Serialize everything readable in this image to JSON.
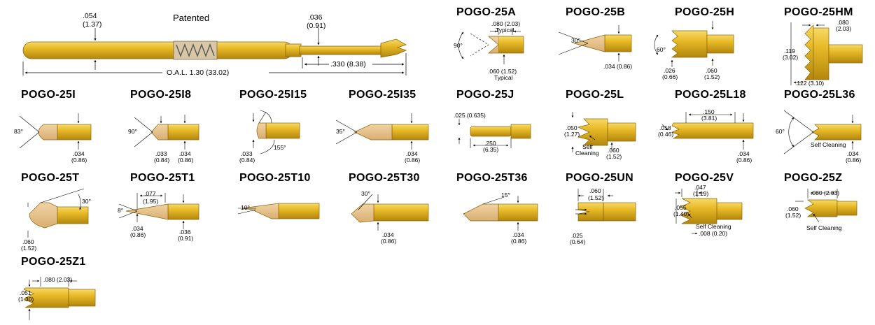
{
  "main_pin": {
    "patented": "Patented",
    "tip_dia": ".054",
    "tip_dia_mm": "(1.37)",
    "plunger_dia": ".036",
    "plunger_dia_mm": "(0.91)",
    "plunger_len": ".330 (8.38)",
    "oal": "O.A.L. 1.30 (33.02)"
  },
  "probes": {
    "a": {
      "title": "POGO-25A",
      "d1": ".080 (2.03)",
      "d1b": "Typical",
      "angle": "90°",
      "d2": ".060 (1.52)",
      "d2b": "Typical"
    },
    "b": {
      "title": "POGO-25B",
      "angle": "30°",
      "d1": ".034 (0.86)"
    },
    "h": {
      "title": "POGO-25H",
      "angle": "60°",
      "d1": ".026",
      "d1b": "(0.66)",
      "d2": ".060",
      "d2b": "(1.52)"
    },
    "hm": {
      "title": "POGO-25HM",
      "d1": ".080",
      "d1b": "(2.03)",
      "d2": ".119",
      "d2b": "(3.02)",
      "d3": ".122 (3.10)"
    },
    "i": {
      "title": "POGO-25I",
      "angle": "83°",
      "d1": ".034",
      "d1b": "(0.86)"
    },
    "i8": {
      "title": "POGO-25I8",
      "angle": "90°",
      "d1": ".033",
      "d1b": "(0.84)",
      "d2": ".034",
      "d2b": "(0.86)"
    },
    "i15": {
      "title": "POGO-25I15",
      "angle": "155°",
      "d1": ".033",
      "d1b": "(0.84)"
    },
    "i35": {
      "title": "POGO-25I35",
      "angle": "35°",
      "d1": ".034",
      "d1b": "(0.86)"
    },
    "j": {
      "title": "POGO-25J",
      "d1": ".025 (0.635)",
      "d2": ".250",
      "d2b": "(6.35)"
    },
    "l": {
      "title": "POGO-25L",
      "d1": ".050",
      "d1b": "(1.27)",
      "self1": "Self",
      "self2": "Cleaning",
      "d2": ".060",
      "d2b": "(1.52)"
    },
    "l18": {
      "title": "POGO-25L18",
      "d1": ".150",
      "d1b": "(3.81)",
      "d2": ".018",
      "d2b": "(0.46)",
      "d3": ".034",
      "d3b": "(0.86)"
    },
    "l36": {
      "title": "POGO-25L36",
      "angle": "60°",
      "self": "Self Cleaning",
      "d1": ".034",
      "d1b": "(0.86)"
    },
    "t": {
      "title": "POGO-25T",
      "angle": "30°",
      "d1": ".060",
      "d1b": "(1.52)"
    },
    "t1": {
      "title": "POGO-25T1",
      "d1": ".077",
      "d1b": "(1.95)",
      "angle": "8°",
      "d2": ".034",
      "d2b": "(0.86)",
      "d3": ".036",
      "d3b": "(0.91)"
    },
    "t10": {
      "title": "POGO-25T10",
      "angle": "10°"
    },
    "t30": {
      "title": "POGO-25T30",
      "angle": "30°",
      "d1": ".034",
      "d1b": "(0.86)"
    },
    "t36": {
      "title": "POGO-25T36",
      "angle": "15°",
      "d1": ".034",
      "d1b": "(0.86)"
    },
    "un": {
      "title": "POGO-25UN",
      "d1": ".060",
      "d1b": "(1.52)",
      "d2": ".025",
      "d2b": "(0.64)"
    },
    "v": {
      "title": "POGO-25V",
      "d1": ".047",
      "d1b": "(1.19)",
      "d2": ".055",
      "d2b": "(1.40)",
      "self": "Self Cleaning",
      "d3": ".008 (0.20)"
    },
    "z": {
      "title": "POGO-25Z",
      "d1": ".080 (2.03)",
      "d2": ".060",
      "d2b": "(1.52)",
      "self": "Self Cleaning"
    },
    "z1": {
      "title": "POGO-25Z1",
      "d1": ".080 (2.03)",
      "d2": ".051",
      "d2b": "(1.30)"
    }
  },
  "colors": {
    "gold": "#E3B21C",
    "gold_dark": "#B8860B",
    "tan": "#E7C08A",
    "ink": "#000000"
  }
}
